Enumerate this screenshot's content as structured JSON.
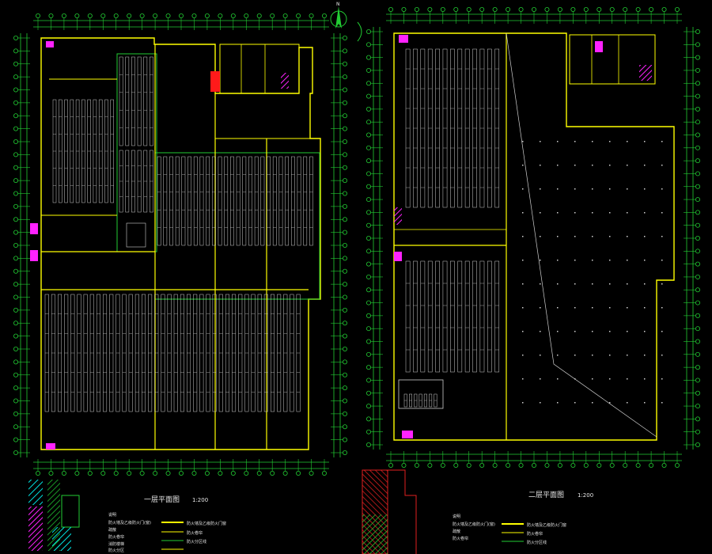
{
  "plan1": {
    "title": "一层平面图",
    "scale": "1:200"
  },
  "plan2": {
    "title": "二层平面图",
    "scale": "1:200"
  },
  "legend1": {
    "note_heading": "说明",
    "notes": [
      "防火墙及乙级防火门(窗)",
      "疏散",
      "防火卷帘",
      "消防楼梯",
      "防火分区"
    ],
    "line_labels": [
      "防火墙及乙级防火门窗",
      "防火卷帘",
      "防火分区线"
    ]
  },
  "legend2": {
    "note_heading": "说明",
    "notes": [
      "防火墙及乙级防火门(窗)",
      "疏散",
      "防火卷帘"
    ],
    "line_labels": [
      "防火墙及乙级防火门窗",
      "防火卷帘",
      "防火分区线"
    ]
  },
  "north_arrow": {
    "label": "N"
  },
  "colors": {
    "background": "#000000",
    "grid_lines": "#22cc33",
    "walls": "#ffff00",
    "racks": "#cfcfcf",
    "labels": "#e6e6e6",
    "stair_magenta": "#ff22ff",
    "hatch_cyan": "#00e5e5",
    "hatch_red": "#e02020"
  }
}
